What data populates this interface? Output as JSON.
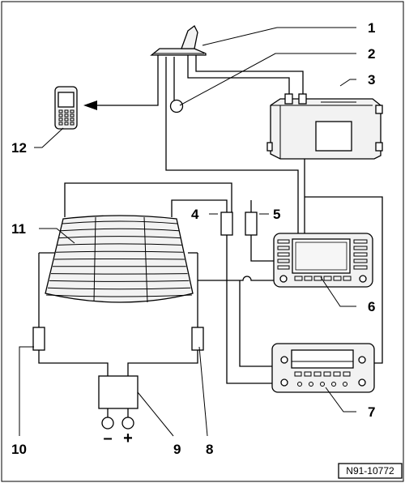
{
  "callouts": {
    "c1": "1",
    "c2": "2",
    "c3": "3",
    "c4": "4",
    "c5": "5",
    "c6": "6",
    "c7": "7",
    "c8": "8",
    "c9": "9",
    "c10": "10",
    "c11": "11",
    "c12": "12"
  },
  "terminals": {
    "minus": "–",
    "plus": "+"
  },
  "reference": "N91-10772"
}
